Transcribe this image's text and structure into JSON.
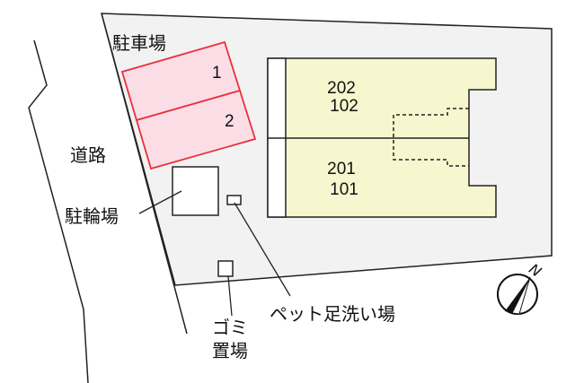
{
  "labels": {
    "parking": "駐車場",
    "road": "道路",
    "bicycle_parking": "駐輪場",
    "pet_footbath": "ペット足洗い場",
    "garbage_line1": "ゴミ",
    "garbage_line2": "置場"
  },
  "parking_spaces": [
    "1",
    "2"
  ],
  "units": {
    "upper_a": "202",
    "upper_b": "102",
    "lower_a": "201",
    "lower_b": "101"
  },
  "compass": {
    "label": "N",
    "icon": "north-arrow-icon"
  },
  "colors": {
    "lot": "#f2f2f2",
    "building": "#f7f7cf",
    "parking_fill": "#fbdde6",
    "parking_stroke": "#e8303f"
  }
}
